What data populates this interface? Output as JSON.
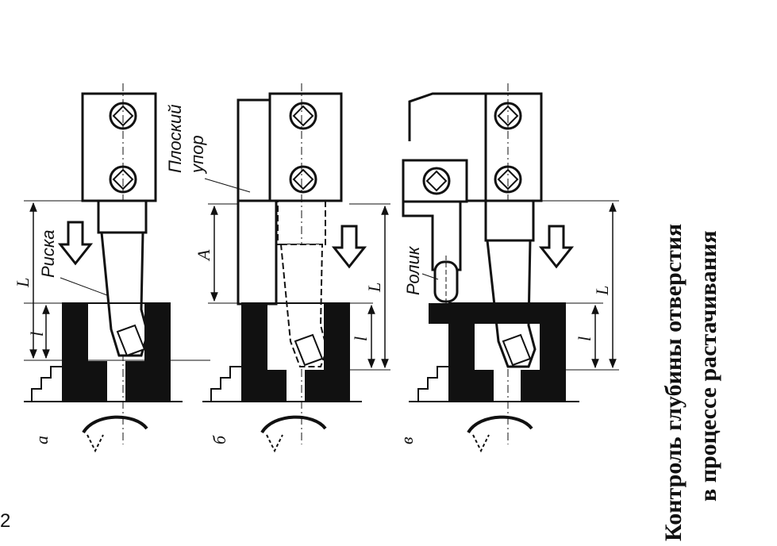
{
  "page_number": "2",
  "title": {
    "line1": "Контроль глубины отверстия",
    "line2": "в процессе растачивания"
  },
  "panels": [
    {
      "letter": "а",
      "labels": {
        "mark": "Риска",
        "length_big": "L",
        "length_small": "l"
      }
    },
    {
      "letter": "б",
      "labels": {
        "stop": "Плоский упор",
        "stop_line1": "Плоский",
        "stop_line2": "упор",
        "length_a": "A",
        "length_big": "L",
        "length_small": "l"
      }
    },
    {
      "letter": "в",
      "labels": {
        "roller": "Ролик",
        "length_big": "L",
        "length_small": "l"
      }
    }
  ]
}
